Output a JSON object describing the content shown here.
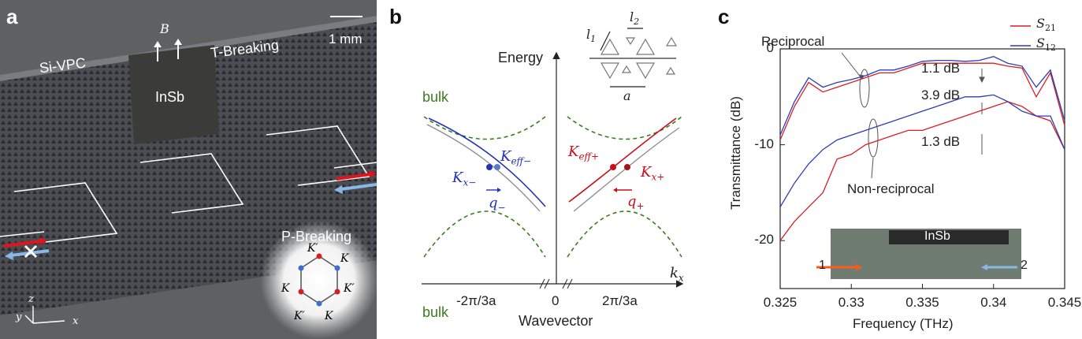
{
  "panel_a": {
    "label": "a",
    "b_field": "B",
    "scale_bar": "1 mm",
    "si_vpc": "Si-VPC",
    "t_breaking": "T-Breaking",
    "insb": "InSb",
    "p_breaking": "P-Breaking",
    "hex_labels": [
      "K′",
      "K",
      "K",
      "K′",
      "K′",
      "K"
    ],
    "axis_z": "z",
    "axis_y": "y",
    "axis_x": "x",
    "colors": {
      "forward": "#e0141e",
      "backward": "#8ab8e6",
      "outline": "#ffffff"
    }
  },
  "panel_b": {
    "label": "b",
    "energy": "Energy",
    "bulk_top": "bulk",
    "bulk_bottom": "bulk",
    "kx": "k",
    "kx_sub": "x",
    "wavevector": "Wavevector",
    "tick_left": "-2π/3a",
    "tick_zero": "0",
    "tick_right": "2π/3a",
    "k_eff_minus_main": "K",
    "k_eff_minus_sub": "eff−",
    "k_x_minus_main": "K",
    "k_x_minus_sub": "x−",
    "q_minus_main": "q",
    "q_minus_sub": "−",
    "k_eff_plus_main": "K",
    "k_eff_plus_sub": "eff+",
    "k_x_plus_main": "K",
    "k_x_plus_sub": "x+",
    "q_plus_main": "q",
    "q_plus_sub": "+",
    "l1_main": "l",
    "l1_sub": "1",
    "l2_main": "l",
    "l2_sub": "2",
    "a_const": "a",
    "colors": {
      "bulk": "#3a7d1e",
      "red": "#c8101a",
      "blue": "#2531b8",
      "gray": "#8a8a8a"
    }
  },
  "panel_c": {
    "label": "c",
    "annot_reciprocal": "Reciprocal",
    "annot_nonreciprocal": "Non-reciprocal",
    "db_top": "1.1 dB",
    "db_mid": "3.9 dB",
    "db_low": "1.3 dB",
    "inset_label": "InSb",
    "port1": "1",
    "port2": "2",
    "chart_data": {
      "type": "line",
      "xlabel": "Frequency (THz)",
      "ylabel": "Transmittance (dB)",
      "xlim": [
        0.325,
        0.345
      ],
      "ylim": [
        -25,
        0
      ],
      "xticks": [
        "0.325",
        "0.33",
        "0.335",
        "0.34",
        "0.345"
      ],
      "yticks": [
        "0",
        "-10",
        "-20"
      ],
      "legend_position": "top-right",
      "series": [
        {
          "name": "S21",
          "name_main": "S",
          "name_sub": "21",
          "color": "#d81f26",
          "group": "reciprocal",
          "x": [
            0.325,
            0.326,
            0.327,
            0.328,
            0.329,
            0.33,
            0.331,
            0.332,
            0.333,
            0.334,
            0.335,
            0.336,
            0.337,
            0.338,
            0.339,
            0.34,
            0.341,
            0.342,
            0.343,
            0.344,
            0.345
          ],
          "y": [
            -9.5,
            -6.0,
            -3.5,
            -4.5,
            -4.0,
            -3.5,
            -3.0,
            -2.5,
            -2.5,
            -2.0,
            -1.5,
            -1.5,
            -1.5,
            -1.5,
            -1.5,
            -1.5,
            -1.8,
            -2.0,
            -5.0,
            -2.5,
            -8.0
          ]
        },
        {
          "name": "S12",
          "name_main": "S",
          "name_sub": "12",
          "color": "#2c3db5",
          "group": "reciprocal",
          "x": [
            0.325,
            0.326,
            0.327,
            0.328,
            0.329,
            0.33,
            0.331,
            0.332,
            0.333,
            0.334,
            0.335,
            0.336,
            0.337,
            0.338,
            0.339,
            0.34,
            0.341,
            0.342,
            0.343,
            0.344,
            0.345
          ],
          "y": [
            -9.0,
            -5.5,
            -3.0,
            -4.0,
            -3.5,
            -3.2,
            -2.8,
            -2.2,
            -2.2,
            -1.8,
            -1.3,
            -1.2,
            -1.2,
            -1.3,
            -1.2,
            -0.8,
            -1.5,
            -1.8,
            -4.0,
            -2.2,
            -7.5
          ]
        },
        {
          "name": "S21",
          "name_main": "S",
          "name_sub": "21",
          "color": "#d81f26",
          "group": "non-reciprocal",
          "x": [
            0.325,
            0.326,
            0.327,
            0.328,
            0.329,
            0.33,
            0.331,
            0.332,
            0.333,
            0.334,
            0.335,
            0.336,
            0.337,
            0.338,
            0.339,
            0.34,
            0.341,
            0.342,
            0.343,
            0.344,
            0.345
          ],
          "y": [
            -20.0,
            -18.0,
            -16.5,
            -15.0,
            -11.5,
            -11.0,
            -10.0,
            -9.5,
            -9.0,
            -8.5,
            -8.5,
            -8.0,
            -7.5,
            -7.0,
            -6.5,
            -6.0,
            -5.5,
            -6.0,
            -7.0,
            -7.5,
            -10.5
          ]
        },
        {
          "name": "S12",
          "name_main": "S",
          "name_sub": "12",
          "color": "#2c3db5",
          "group": "non-reciprocal",
          "x": [
            0.325,
            0.326,
            0.327,
            0.328,
            0.329,
            0.33,
            0.331,
            0.332,
            0.333,
            0.334,
            0.335,
            0.336,
            0.337,
            0.338,
            0.339,
            0.34,
            0.341,
            0.342,
            0.343,
            0.344,
            0.345
          ],
          "y": [
            -16.5,
            -14.0,
            -12.0,
            -10.5,
            -9.5,
            -9.0,
            -8.5,
            -8.0,
            -7.5,
            -7.0,
            -6.5,
            -6.0,
            -5.5,
            -5.0,
            -5.0,
            -4.8,
            -5.5,
            -6.5,
            -7.0,
            -7.0,
            -10.5
          ]
        }
      ]
    }
  }
}
